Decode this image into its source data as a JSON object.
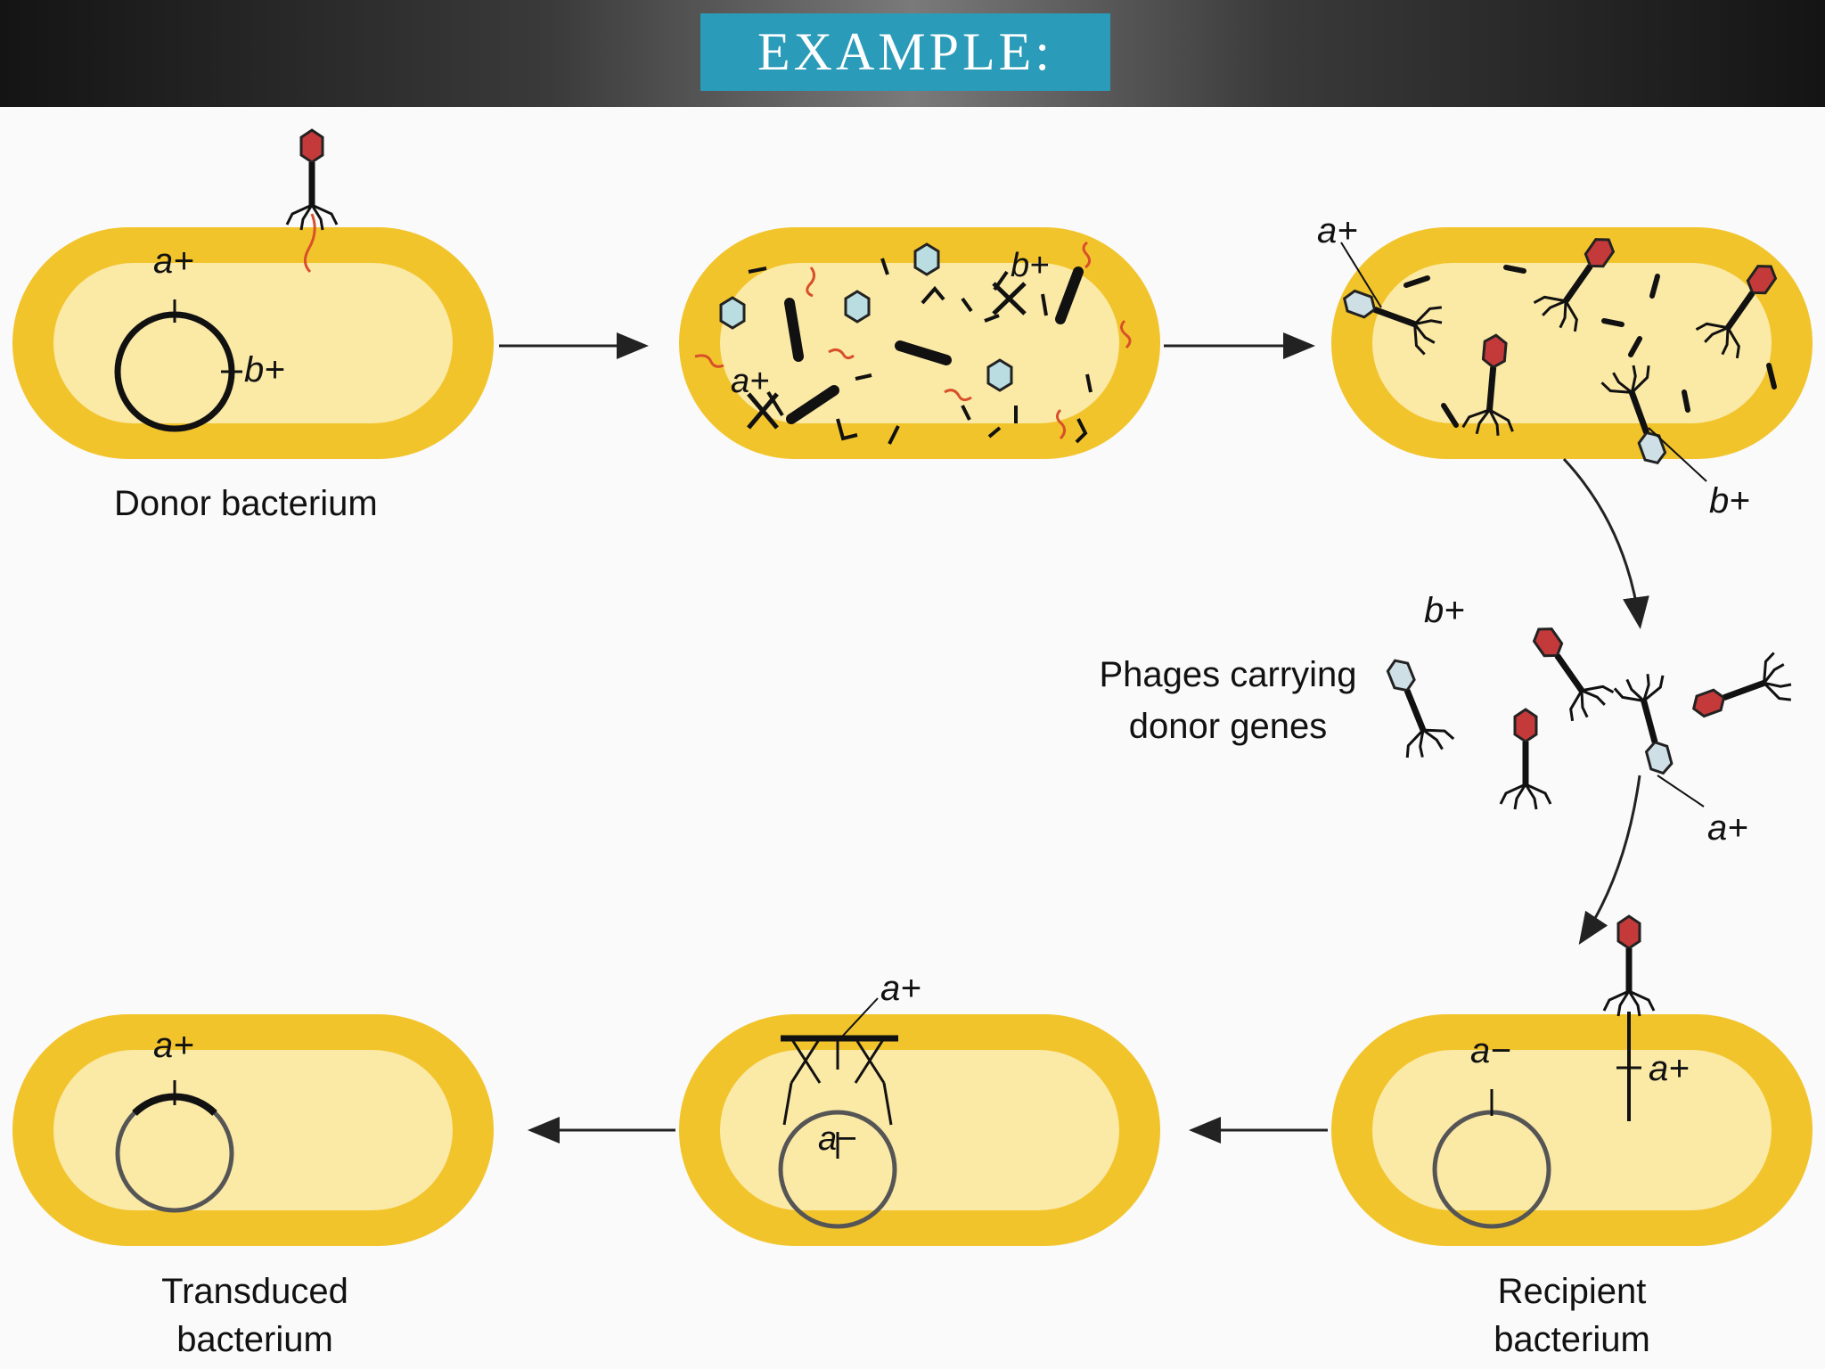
{
  "slide": {
    "title": "EXAMPLE:"
  },
  "colors": {
    "cell_outer": "#f2c42c",
    "cell_inner": "#fbe9a6",
    "phage_head": "#c43a3a",
    "accent": "#2a9bb8"
  },
  "labels": {
    "donor": "Donor bacterium",
    "phages_line1": "Phages carrying",
    "phages_line2": "donor genes",
    "recipient_line1": "Recipient",
    "recipient_line2": "bacterium",
    "transduced_line1": "Transduced",
    "transduced_line2": "bacterium"
  },
  "genes": {
    "a_plus": "a+",
    "b_plus": "b+",
    "a_minus": "a−"
  }
}
